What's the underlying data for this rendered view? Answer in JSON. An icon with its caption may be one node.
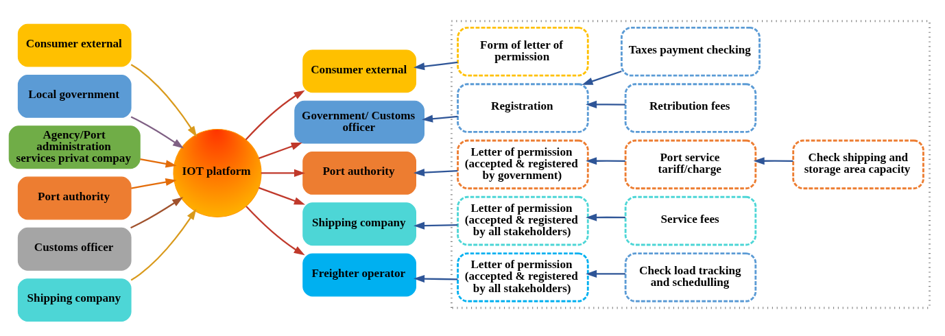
{
  "diagram": {
    "nodes": [
      {
        "text": [
          "Consumer external"
        ]
      },
      {
        "text": [
          "Local government"
        ]
      },
      {
        "text": [
          "Agency/Port administration services privat compay"
        ]
      },
      {
        "text": [
          "Port authority"
        ]
      },
      {
        "text": [
          "Customs officer"
        ]
      },
      {
        "text": [
          "Shipping company"
        ]
      },
      {
        "text": [
          "IOT platform"
        ]
      },
      {
        "text": [
          "Consumer external"
        ]
      },
      {
        "text": [
          "Government/ Customs officer"
        ]
      },
      {
        "text": [
          "Port authority"
        ]
      },
      {
        "text": [
          "Shipping company"
        ]
      },
      {
        "text": [
          "Freighter operator"
        ]
      },
      {
        "text": [],
        "shape": "box"
      },
      {
        "text": [
          "Form of letter of permission"
        ],
        "in": 12
      },
      {
        "text": [
          "Retribution fees"
        ],
        "in": 12
      },
      {
        "text": [
          "Registration"
        ],
        "in": 12
      },
      {
        "text": [
          "Taxes payment checking"
        ],
        "in": 12
      },
      {
        "text": [
          "Letter of permission (accepted & registered by government)"
        ],
        "in": 12
      },
      {
        "text": [
          "Port service tariff/charge"
        ],
        "in": 12
      },
      {
        "text": [
          "Check shipping and storage area capacity"
        ],
        "in": 12
      },
      {
        "text": [
          "Letter of permission (accepted & registered by all stakeholders)"
        ],
        "in": 12
      },
      {
        "text": [
          "Service fees"
        ],
        "in": 12
      },
      {
        "text": [
          "Letter of permission (accepted & registered by all stakeholders)"
        ],
        "in": 12
      },
      {
        "text": [
          "Check load tracking and schedulling"
        ],
        "in": 12
      }
    ],
    "edges": [
      {
        "from": 0,
        "to": 6,
        "arrow": "to",
        "color": "#d99a1c"
      },
      {
        "from": 1,
        "to": 6,
        "arrow": "to",
        "color": "#7f6084"
      },
      {
        "from": 2,
        "to": 6,
        "arrow": "to",
        "color": "#e36c09"
      },
      {
        "from": 3,
        "to": 6,
        "arrow": "to",
        "color": "#e36c09"
      },
      {
        "from": 4,
        "to": 6,
        "arrow": "to",
        "color": "#a0522d"
      },
      {
        "from": 5,
        "to": 6,
        "arrow": "to",
        "color": "#d99a1c"
      },
      {
        "from": 6,
        "to": 7,
        "arrow": "to",
        "color": "#c0392b"
      },
      {
        "from": 6,
        "to": 8,
        "arrow": "to",
        "color": "#c0392b"
      },
      {
        "from": 6,
        "to": 9,
        "arrow": "to",
        "color": "#c0392b"
      },
      {
        "from": 6,
        "to": 10,
        "arrow": "to",
        "color": "#c0392b"
      },
      {
        "from": 6,
        "to": 11,
        "arrow": "to",
        "color": "#c0392b"
      },
      {
        "from": 13,
        "to": 7,
        "arrow": "to"
      },
      {
        "from": 14,
        "to": 15,
        "arrow": "to"
      },
      {
        "from": 16,
        "to": 15,
        "arrow": "to"
      },
      {
        "from": 15,
        "to": 8,
        "arrow": "to"
      },
      {
        "from": 17,
        "to": 9,
        "arrow": "to"
      },
      {
        "from": 18,
        "to": 17,
        "arrow": "to"
      },
      {
        "from": 19,
        "to": 18,
        "arrow": "to"
      },
      {
        "from": 20,
        "to": 10,
        "arrow": "to"
      },
      {
        "from": 21,
        "to": 20,
        "arrow": "to"
      },
      {
        "from": 22,
        "to": 11,
        "arrow": "to"
      },
      {
        "from": 23,
        "to": 22,
        "arrow": "to"
      }
    ]
  }
}
